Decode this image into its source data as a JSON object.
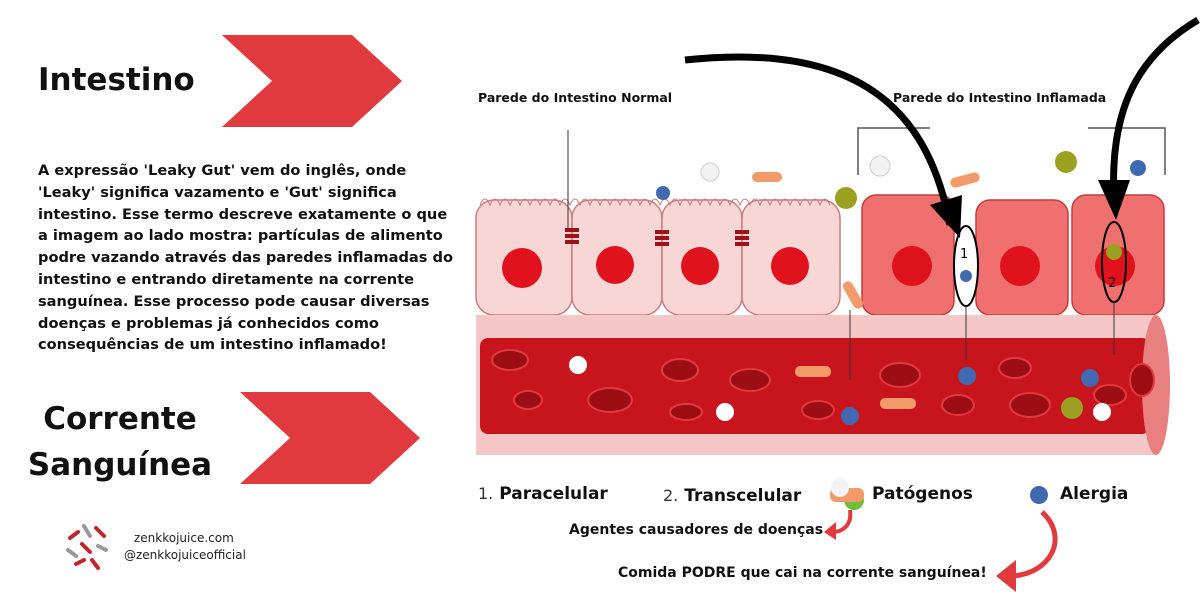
{
  "left": {
    "title": "Intestino",
    "paragraph": "A expressão 'Leaky Gut' vem do inglês, onde 'Leaky' significa vazamento e 'Gut' significa intestino. Esse termo descreve exatamente o que a imagem ao lado mostra: partículas de alimento podre vazando através das paredes inflamadas do intestino e entrando diretamente na corrente sanguínea. Esse processo pode causar diversas doenças e problemas já conhecidos como consequências de um intestino inflamado!",
    "title2_line1": "Corrente",
    "title2_line2": "Sanguínea",
    "website": "zenkkojuice.com",
    "handle": "@zenkkojuiceofficial"
  },
  "diagram": {
    "label_normal": "Parede do Intestino Normal",
    "label_inflamed": "Parede do Intestino Inflamada",
    "marker1": "1",
    "marker2": "2"
  },
  "legend": {
    "item1_num": "1.",
    "item1": "Paracelular",
    "item2_num": "2.",
    "item2": "Transcelular",
    "item3": "Patógenos",
    "item4": "Alergia",
    "note_pathogens": "Agentes causadores de doenças",
    "note_allergy": "Comida PODRE que cai na corrente sanguínea!"
  },
  "colors": {
    "accent": "#e03a3e",
    "blood": "#c8141c",
    "cell": "#f7d3d3",
    "inflamed": "#f06a6a"
  }
}
